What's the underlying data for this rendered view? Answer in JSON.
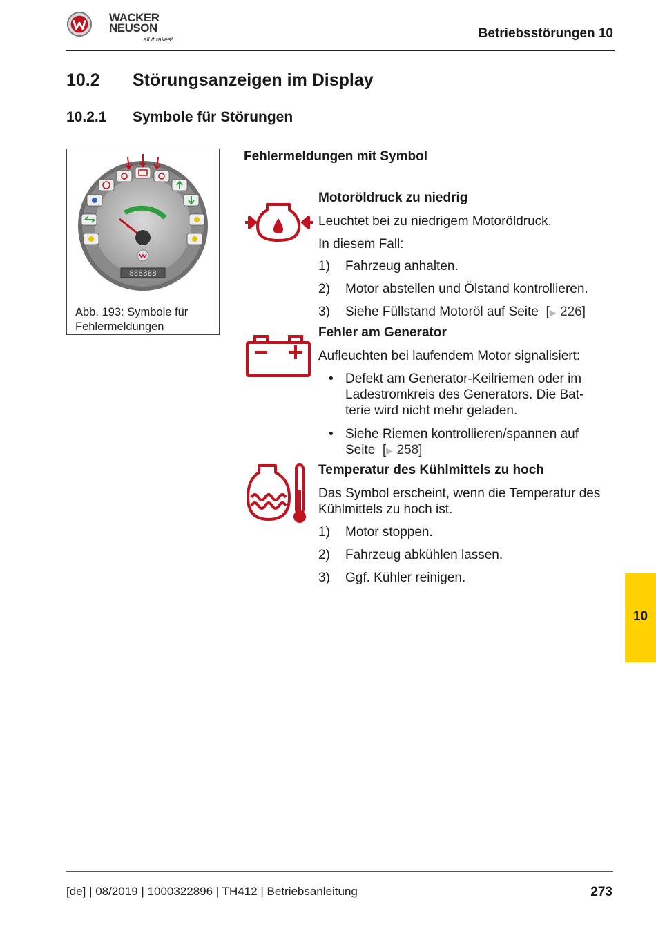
{
  "header": {
    "brand_line1": "WACKER",
    "brand_line2": "NEUSON",
    "brand_tagline": "all it takes!",
    "chapter_title": "Betriebsstörungen 10"
  },
  "heading1": {
    "number": "10.2",
    "text": "Störungsanzeigen im Display"
  },
  "heading2": {
    "number": "10.2.1",
    "text": "Symbole für Störungen"
  },
  "figure": {
    "caption_line1": "Abb. 193: Symbole für",
    "caption_line2": "Fehlermeldungen",
    "gauge_digits": "888888"
  },
  "section_title": "Fehlermeldungen mit Symbol",
  "items": {
    "oil": {
      "title": "Motoröldruck zu niedrig",
      "line1": "Leuchtet bei zu niedrigem Motoröldruck.",
      "line2": "In diesem Fall:",
      "steps": [
        {
          "n": "1)",
          "text": "Fahrzeug anhalten."
        },
        {
          "n": "2)",
          "text": "Motor abstellen und Ölstand kontrollieren."
        },
        {
          "n": "3)",
          "text": "Siehe Füllstand Motoröl auf Seite",
          "ref": "226"
        }
      ]
    },
    "generator": {
      "title": "Fehler am Generator",
      "line1": "Aufleuchten bei laufendem Motor signalisiert:",
      "bullet1": "Defekt am Generator-Keilriemen oder im Ladestromkreis des Generators. Die Bat-terie wird nicht mehr geladen.",
      "bullet2_text": "Siehe Riemen kontrollieren/spannen auf Seite",
      "bullet2_ref": "258"
    },
    "coolant": {
      "title": "Temperatur des Kühlmittels zu hoch",
      "line1": "Das Symbol erscheint, wenn die Temperatur des Kühlmittels zu hoch ist.",
      "steps": [
        {
          "n": "1)",
          "text": "Motor stoppen."
        },
        {
          "n": "2)",
          "text": "Fahrzeug abkühlen lassen."
        },
        {
          "n": "3)",
          "text": "Ggf. Kühler reinigen."
        }
      ]
    }
  },
  "chapter_tab": "10",
  "footer": {
    "text": "[de] | 08/2019 | 1000322896 | TH412 | Betriebsanleitung",
    "page_number": "273"
  },
  "colors": {
    "warning_red": "#c0121f",
    "tab_yellow": "#ffd200",
    "gauge_green": "#2e9e3e"
  }
}
